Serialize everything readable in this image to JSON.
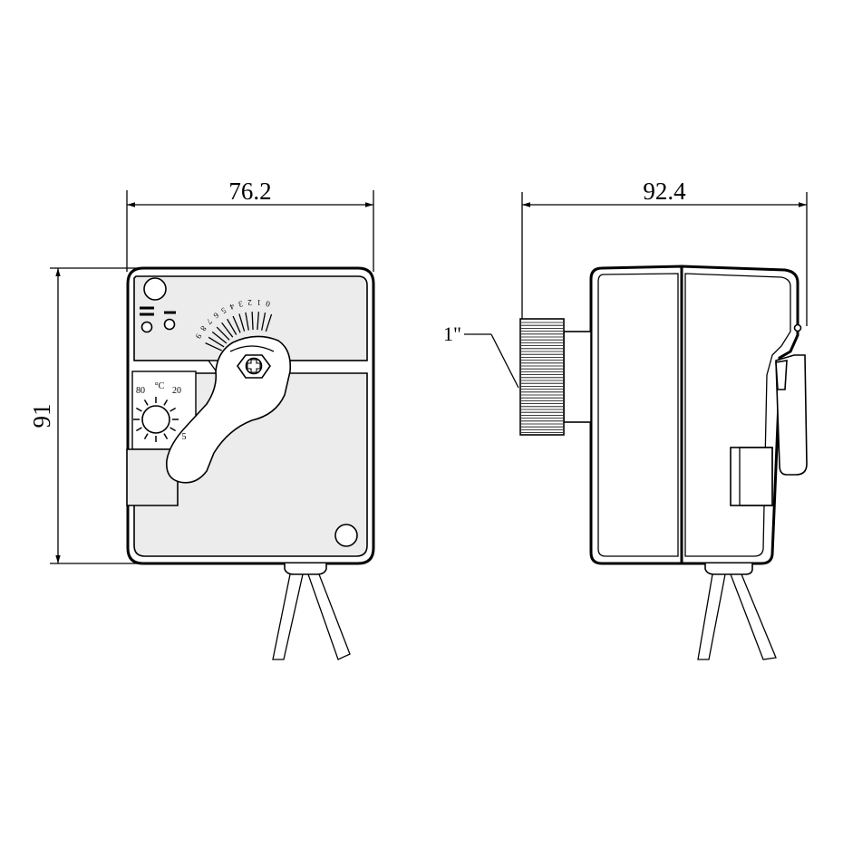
{
  "dimensions": {
    "front_width": "76.2",
    "front_height": "91",
    "side_depth": "92.4",
    "thread_size": "1\""
  },
  "front_panel": {
    "position_scale": [
      "0",
      "1",
      "2",
      "3",
      "4",
      "5",
      "6",
      "7",
      "8",
      "9"
    ],
    "temp_unit": "°C",
    "temp_min": "20",
    "temp_max": "80",
    "temp_side_label": "5"
  },
  "icons": [
    "dimension-arrow",
    "mounting-hole-icon",
    "screw-icon",
    "knob-icon",
    "cable-icon",
    "knurled-nut-icon"
  ]
}
